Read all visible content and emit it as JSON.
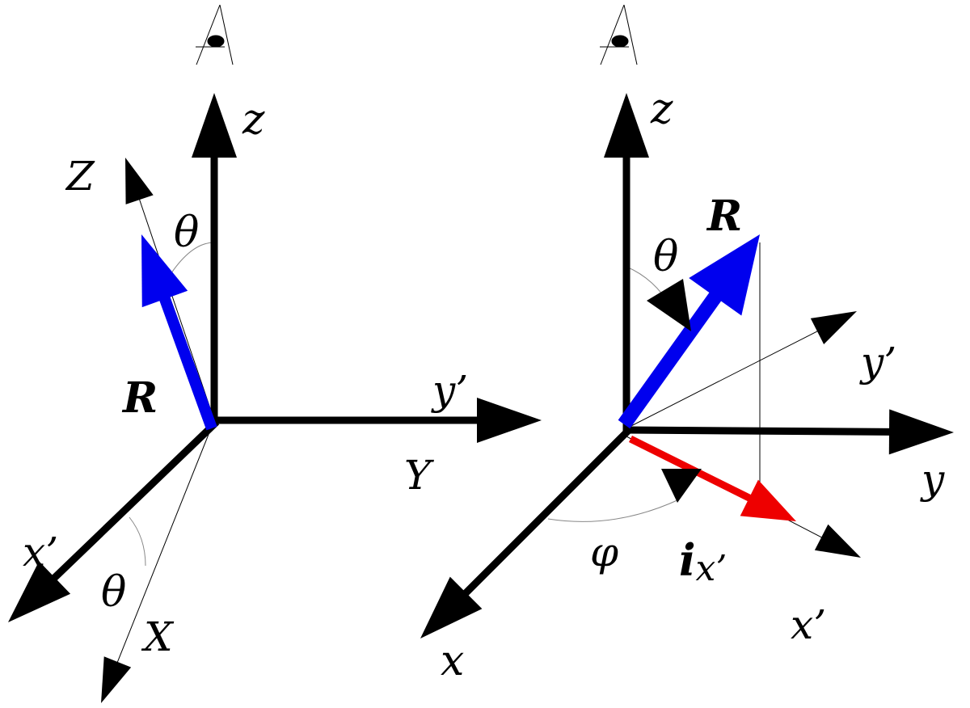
{
  "left": {
    "z_label": "z",
    "Z_label": "Z",
    "theta_top": "θ",
    "R_label": "R",
    "y_prime_label": "y’",
    "Y_label": "Y",
    "x_prime_label": "x’",
    "theta_bottom": "θ",
    "X_label": "X"
  },
  "right": {
    "z_label": "z",
    "theta_label": "θ",
    "R_label": "R",
    "y_prime_label": "y’",
    "y_label": "y",
    "phi_label": "φ",
    "ix_label": "i",
    "ix_sub": "x’",
    "x_prime_label": "x’",
    "x_label": "x"
  },
  "colors": {
    "R_vector": "#0000ee",
    "ix_vector": "#ee0000"
  }
}
